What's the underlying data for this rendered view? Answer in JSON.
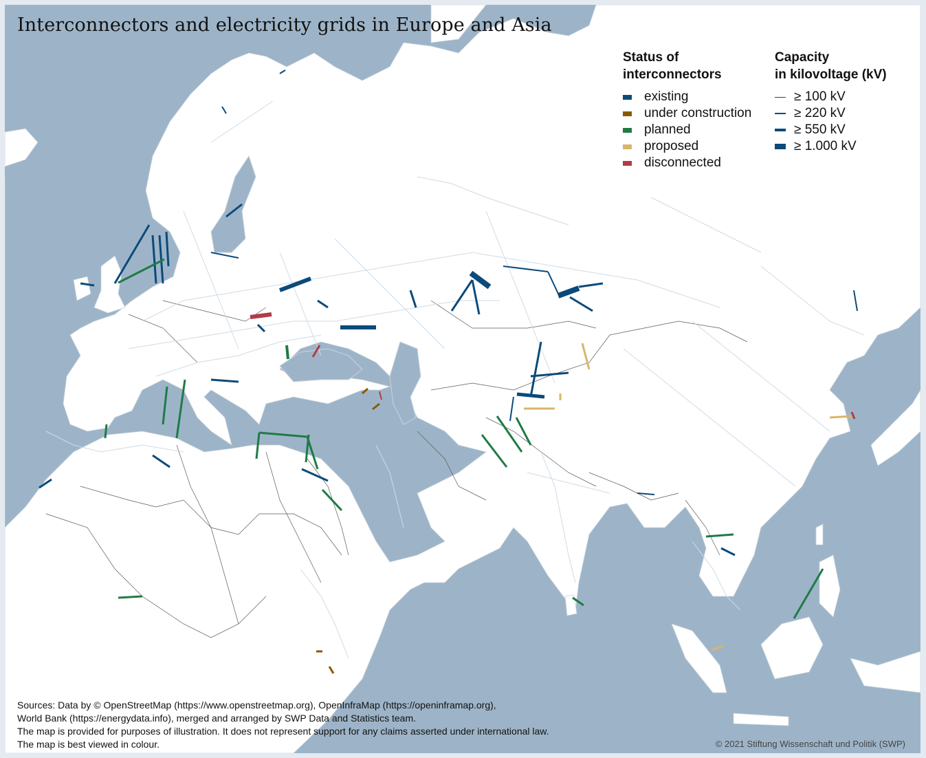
{
  "title": "Interconnectors and electricity grids in Europe and Asia",
  "legend_status": {
    "heading_line1": "Status of",
    "heading_line2": "interconnectors",
    "items": [
      {
        "label": "existing",
        "color": "#0b4a7a"
      },
      {
        "label": "under construction",
        "color": "#8a5a00"
      },
      {
        "label": "planned",
        "color": "#1f7a45"
      },
      {
        "label": "proposed",
        "color": "#d9b56a"
      },
      {
        "label": "disconnected",
        "color": "#b33a47"
      }
    ]
  },
  "legend_capacity": {
    "heading_line1": "Capacity",
    "heading_line2": "in kilovoltage (kV)",
    "items": [
      {
        "label": "≥ 100 kV"
      },
      {
        "label": "≥ 220 kV"
      },
      {
        "label": "≥ 550 kV"
      },
      {
        "label": "≥ 1.000 kV"
      }
    ]
  },
  "sources": {
    "line1": "Sources: Data by © OpenStreetMap (https://www.openstreetmap.org), OpenInfraMap (https://openinframap.org),",
    "line2": "World Bank (https://energydata.info), merged and arranged by SWP Data and Statistics team.",
    "line3": "The map is provided for purposes of illustration. It does not represent support for any claims asserted under international law.",
    "line4": "The map is best viewed in colour."
  },
  "copyright": "© 2021 Stiftung Wissenschaft und Politik (SWP)",
  "colors": {
    "sea": "#9db4c8",
    "land": "#ffffff",
    "grid": "#cfdbe6",
    "existing": "#0b4a7a",
    "under_construction": "#8a5a00",
    "planned": "#1f7a45",
    "proposed": "#d9b56a",
    "disconnected": "#b33a47"
  }
}
